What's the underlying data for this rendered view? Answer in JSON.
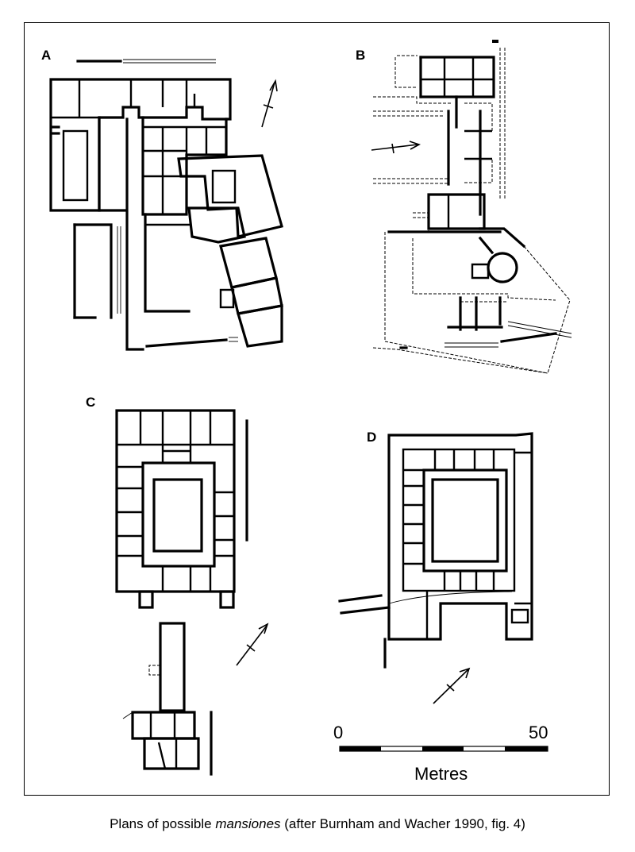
{
  "figure": {
    "plans": [
      {
        "label": "A"
      },
      {
        "label": "B"
      },
      {
        "label": "C"
      },
      {
        "label": "D"
      }
    ],
    "scale": {
      "min_label": "0",
      "max_label": "50",
      "unit_label": "Metres"
    },
    "caption": {
      "prefix": "Plans of possible ",
      "italic": "mansiones",
      "suffix": " (after Burnham and Wacher 1990, fig. 4)"
    }
  }
}
